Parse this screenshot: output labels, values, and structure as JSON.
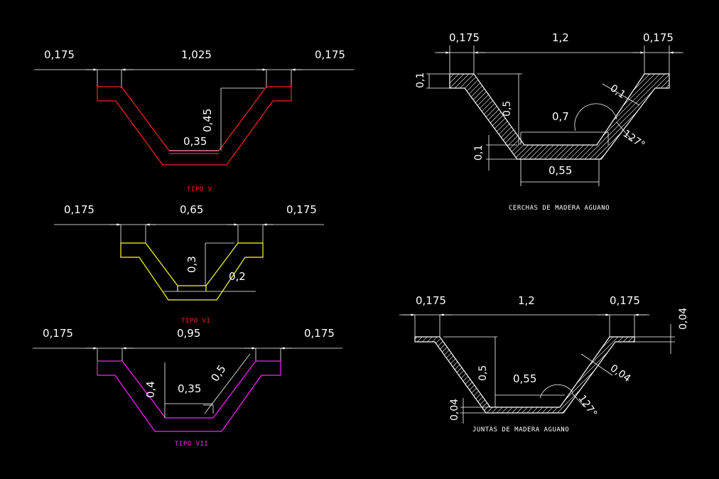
{
  "colors": {
    "background": "#000000",
    "dimension": "#ffffff",
    "tipo_v": "#ff2020",
    "tipo_vi": "#ffff20",
    "tipo_vii": "#ff20ff",
    "caption_red": "#ff2020",
    "caption_magenta": "#ff20ff"
  },
  "tipo_v": {
    "caption": "TIPO V",
    "dim_left": "0,175",
    "dim_top": "1,025",
    "dim_right": "0,175",
    "dim_height": "0,45",
    "dim_bottom": "0,35"
  },
  "tipo_vi": {
    "caption": "TIPO VI",
    "dim_left": "0,175",
    "dim_top": "0,65",
    "dim_right": "0,175",
    "dim_height": "0,3",
    "dim_thick": "0,2"
  },
  "tipo_vii": {
    "caption": "TIPO VII",
    "dim_left": "0,175",
    "dim_top": "0,95",
    "dim_right": "0,175",
    "dim_height": "0,4",
    "dim_bottom": "0,35",
    "dim_slope": "0,5"
  },
  "cerchas": {
    "caption": "CERCHAS DE MADERA AGUANO",
    "dim_left": "0,175",
    "dim_top": "1,2",
    "dim_right": "0,175",
    "dim_top_thick": "0,1",
    "dim_height": "0,5",
    "dim_inner": "0,7",
    "dim_slope_thick": "0,1",
    "dim_angle": "127°",
    "dim_bottom_thick": "0,1",
    "dim_bottom": "0,55"
  },
  "juntas": {
    "caption": "JUNTAS DE MADERA AGUANO",
    "dim_left": "0,175",
    "dim_top": "1,2",
    "dim_right": "0,175",
    "dim_top_thick": "0,04",
    "dim_height": "0,5",
    "dim_inner": "0,55",
    "dim_slope_thick": "0,04",
    "dim_angle": "127°",
    "dim_bottom_thick": "0,04"
  }
}
